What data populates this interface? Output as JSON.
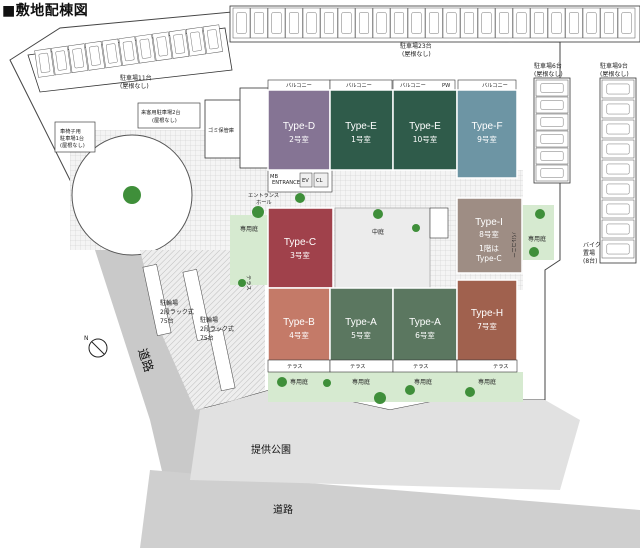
{
  "title": "■敷地配棟図",
  "units": [
    {
      "type": "Type-D",
      "no": "2号室",
      "color": "#857494"
    },
    {
      "type": "Type-E",
      "no": "1号室",
      "color": "#2f5b4a"
    },
    {
      "type": "Type-E",
      "no": "10号室",
      "color": "#2f5b4a"
    },
    {
      "type": "Type-F",
      "no": "9号室",
      "color": "#6d95a4"
    },
    {
      "type": "Type-C",
      "no": "3号室",
      "color": "#a0414b"
    },
    {
      "type": "Type-I",
      "no": "8号室",
      "extra": "1階は",
      "extra2": "Type-C",
      "color": "#9e8d84"
    },
    {
      "type": "Type-B",
      "no": "4号室",
      "color": "#c47a68"
    },
    {
      "type": "Type-A",
      "no": "5号室",
      "color": "#5b7760"
    },
    {
      "type": "Type-A",
      "no": "6号室",
      "color": "#5b7760"
    },
    {
      "type": "Type-H",
      "no": "7号室",
      "color": "#a0614e"
    }
  ],
  "labels": {
    "parking23_a": "駐車場23台",
    "parking23_b": "(屋根なし)",
    "parking11_a": "駐車場11台",
    "parking11_b": "(屋根なし)",
    "parking6_a": "駐車場6台",
    "parking6_b": "(屋根なし)",
    "parking9_a": "駐車場9台",
    "parking9_b": "(屋根なし)",
    "wheelchair_a": "車椅子用",
    "wheelchair_b": "駐車場1台",
    "wheelchair_c": "(屋根なし)",
    "visitor_a": "来客用駐車場2台",
    "visitor_b": "(屋根なし)",
    "garbage": "ゴミ保管庫",
    "balcony": "バルコニー",
    "pw": "PW",
    "entrance_a": "エントランス",
    "entrance_b": "ホール",
    "courtyard": "中庭",
    "private_garden": "専用庭",
    "terrace": "テラス",
    "balcony_v": "バルコニー",
    "bike_a": "バイク",
    "bike_b": "置場",
    "bike_c": "(8台)",
    "bicycle1_a": "駐輪場",
    "bicycle1_b": "2段ラック式",
    "bicycle1_c": "75台",
    "bicycle2_a": "駐輪場",
    "bicycle2_b": "2段ラック式",
    "bicycle2_c": "75台",
    "road_a": "道路",
    "road_b": "道路",
    "park": "提供公園",
    "north": "N",
    "mb": "MB",
    "ev": "EV",
    "ent_small": "ENTRANCE",
    "cl": "CL"
  },
  "colors": {
    "road": "#cfcfcf",
    "pavement": "#e6e6e6",
    "tree": "#3f8f3a",
    "garden": "#d6ead0"
  }
}
